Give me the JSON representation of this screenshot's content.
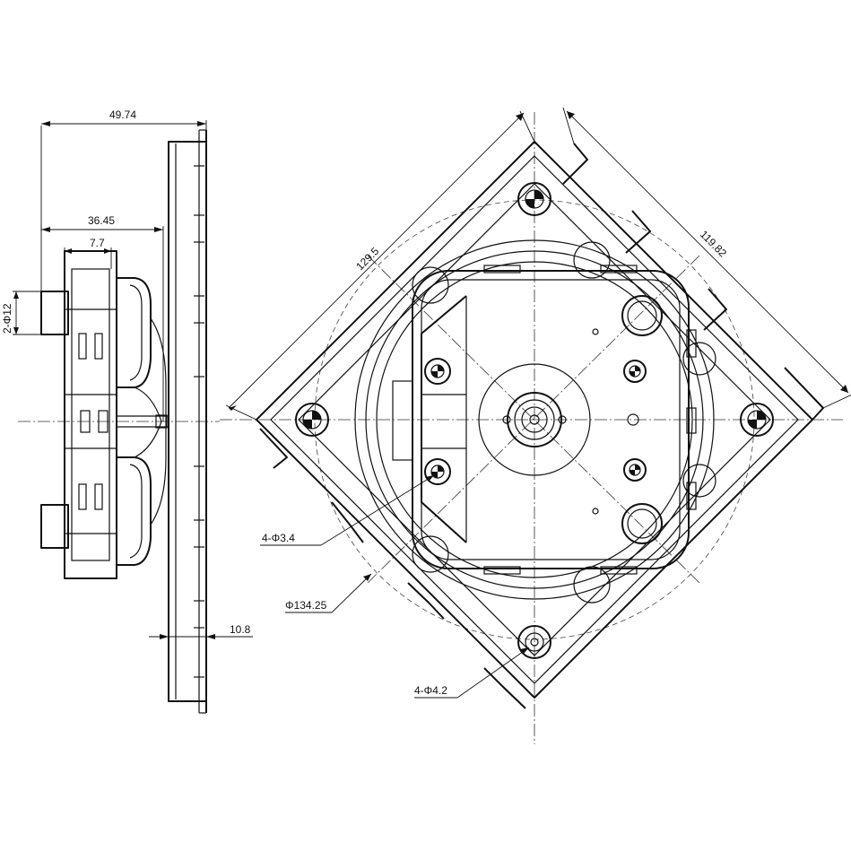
{
  "dimensions": {
    "overall_depth": "49.74",
    "body_depth": "36.45",
    "nozzle_depth": "7.7",
    "nozzle_diameter": "2-Φ12",
    "plate_thickness": "10.8",
    "diagonal_left": "129.5",
    "diagonal_right": "119.82",
    "small_holes": "4-Φ3.4",
    "circle_diameter": "Φ134.25",
    "mount_holes": "4-Φ4.2"
  },
  "colors": {
    "line": "#111111",
    "background": "#ffffff"
  }
}
